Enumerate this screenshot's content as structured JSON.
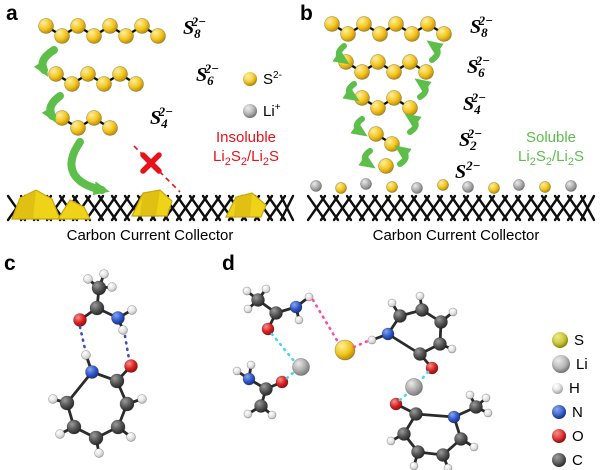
{
  "panels": {
    "a": {
      "letter": "a",
      "caption": "Carbon Current Collector",
      "chain_lengths": [
        8,
        6,
        4
      ],
      "species": [
        {
          "parts": [
            {
              "t": "S"
            },
            {
              "t": "8",
              "s": "sub"
            },
            {
              "t": "2−",
              "s": "sup"
            }
          ]
        },
        {
          "parts": [
            {
              "t": "S"
            },
            {
              "t": "6",
              "s": "sub"
            },
            {
              "t": "2−",
              "s": "sup"
            }
          ]
        },
        {
          "parts": [
            {
              "t": "S"
            },
            {
              "t": "4",
              "s": "sub"
            },
            {
              "t": "2−",
              "s": "sup"
            }
          ]
        }
      ],
      "blocked_label": {
        "line1": "Insoluble",
        "formula": [
          {
            "t": "Li"
          },
          {
            "t": "2",
            "s": "sub"
          },
          {
            "t": "S"
          },
          {
            "t": "2",
            "s": "sub"
          },
          {
            "t": "/Li"
          },
          {
            "t": "2",
            "s": "sub"
          },
          {
            "t": "S"
          }
        ]
      }
    },
    "b": {
      "letter": "b",
      "caption": "Carbon Current Collector",
      "chain_lengths": [
        8,
        6,
        4,
        2,
        1
      ],
      "species": [
        {
          "parts": [
            {
              "t": "S"
            },
            {
              "t": "8",
              "s": "sub"
            },
            {
              "t": "2−",
              "s": "sup"
            }
          ]
        },
        {
          "parts": [
            {
              "t": "S"
            },
            {
              "t": "6",
              "s": "sub"
            },
            {
              "t": "2−",
              "s": "sup"
            }
          ]
        },
        {
          "parts": [
            {
              "t": "S"
            },
            {
              "t": "4",
              "s": "sub"
            },
            {
              "t": "2−",
              "s": "sup"
            }
          ]
        },
        {
          "parts": [
            {
              "t": "S"
            },
            {
              "t": "2",
              "s": "sub"
            },
            {
              "t": "2−",
              "s": "sup"
            }
          ]
        },
        {
          "parts": [
            {
              "t": "S"
            },
            {
              "t": "2−",
              "s": "sup"
            }
          ]
        }
      ],
      "soluble_label": {
        "line1": "Soluble",
        "formula": [
          {
            "t": "Li"
          },
          {
            "t": "2",
            "s": "sub"
          },
          {
            "t": "S"
          },
          {
            "t": "2",
            "s": "sub"
          },
          {
            "t": "/Li"
          },
          {
            "t": "2",
            "s": "sub"
          },
          {
            "t": "S"
          }
        ]
      }
    },
    "c": {
      "letter": "c"
    },
    "d": {
      "letter": "d"
    }
  },
  "ion_legend": [
    {
      "type": "S",
      "parts": [
        {
          "t": "S"
        },
        {
          "t": "2-",
          "s": "sup"
        }
      ]
    },
    {
      "type": "Li",
      "parts": [
        {
          "t": "Li"
        },
        {
          "t": "+",
          "s": "sup"
        }
      ]
    }
  ],
  "atom_legend": [
    {
      "symbol": "S",
      "type": "Slegend"
    },
    {
      "symbol": "Li",
      "type": "Li"
    },
    {
      "symbol": "H",
      "type": "H"
    },
    {
      "symbol": "N",
      "type": "N"
    },
    {
      "symbol": "O",
      "type": "O"
    },
    {
      "symbol": "C",
      "type": "C"
    }
  ],
  "colors": {
    "arrow": "#5DBE4A",
    "blocked": "#E8121A",
    "soluble": "#5DBE4A",
    "bond": "#2B2B2B",
    "mesh": "#0E0E0E",
    "hbond_c": "#3A4FC0",
    "hbond_s": "#FF4DA0",
    "hbond_li": "#45D6F0",
    "deposit_fill": "#EFD318",
    "deposit_edge": "#C8A80A"
  },
  "atom_colors": {
    "S": [
      "#FEF0A0",
      "#F2C319",
      "#A87B06"
    ],
    "Slegend": [
      "#EEE98C",
      "#C3BE24",
      "#84800D"
    ],
    "Li": [
      "#EBEBEB",
      "#A9A9A9",
      "#6E6E6E"
    ],
    "H": [
      "#FFFFFF",
      "#E2E2E2",
      "#ADADAD"
    ],
    "N": [
      "#89A4EC",
      "#2B55C8",
      "#15296B"
    ],
    "O": [
      "#FA8C8C",
      "#D81E1E",
      "#7E0B0B"
    ],
    "C": [
      "#9B9B9B",
      "#4F4F4F",
      "#1E1E1E"
    ]
  }
}
